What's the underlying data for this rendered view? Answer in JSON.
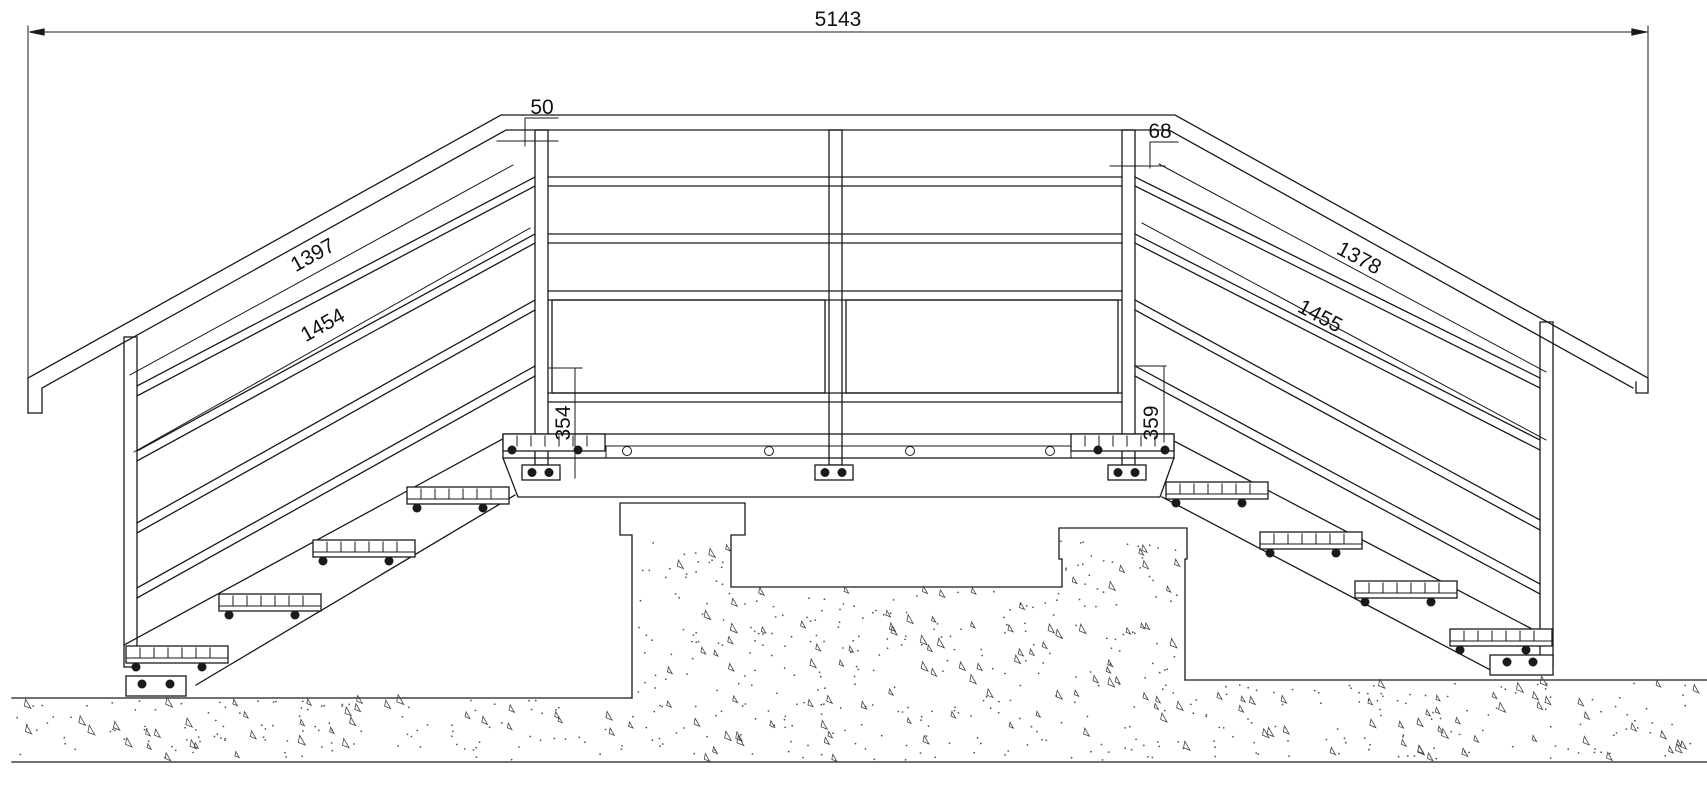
{
  "dimensions": {
    "overall_width": "5143",
    "rail_offset_left": "50",
    "rail_offset_right": "68",
    "left_rail_upper": "1397",
    "left_rail_lower": "1454",
    "right_rail_upper": "1378",
    "right_rail_lower": "1455",
    "left_rise": "354",
    "right_rise": "359"
  },
  "colors": {
    "line": "#1a1a1a",
    "background": "#ffffff"
  }
}
